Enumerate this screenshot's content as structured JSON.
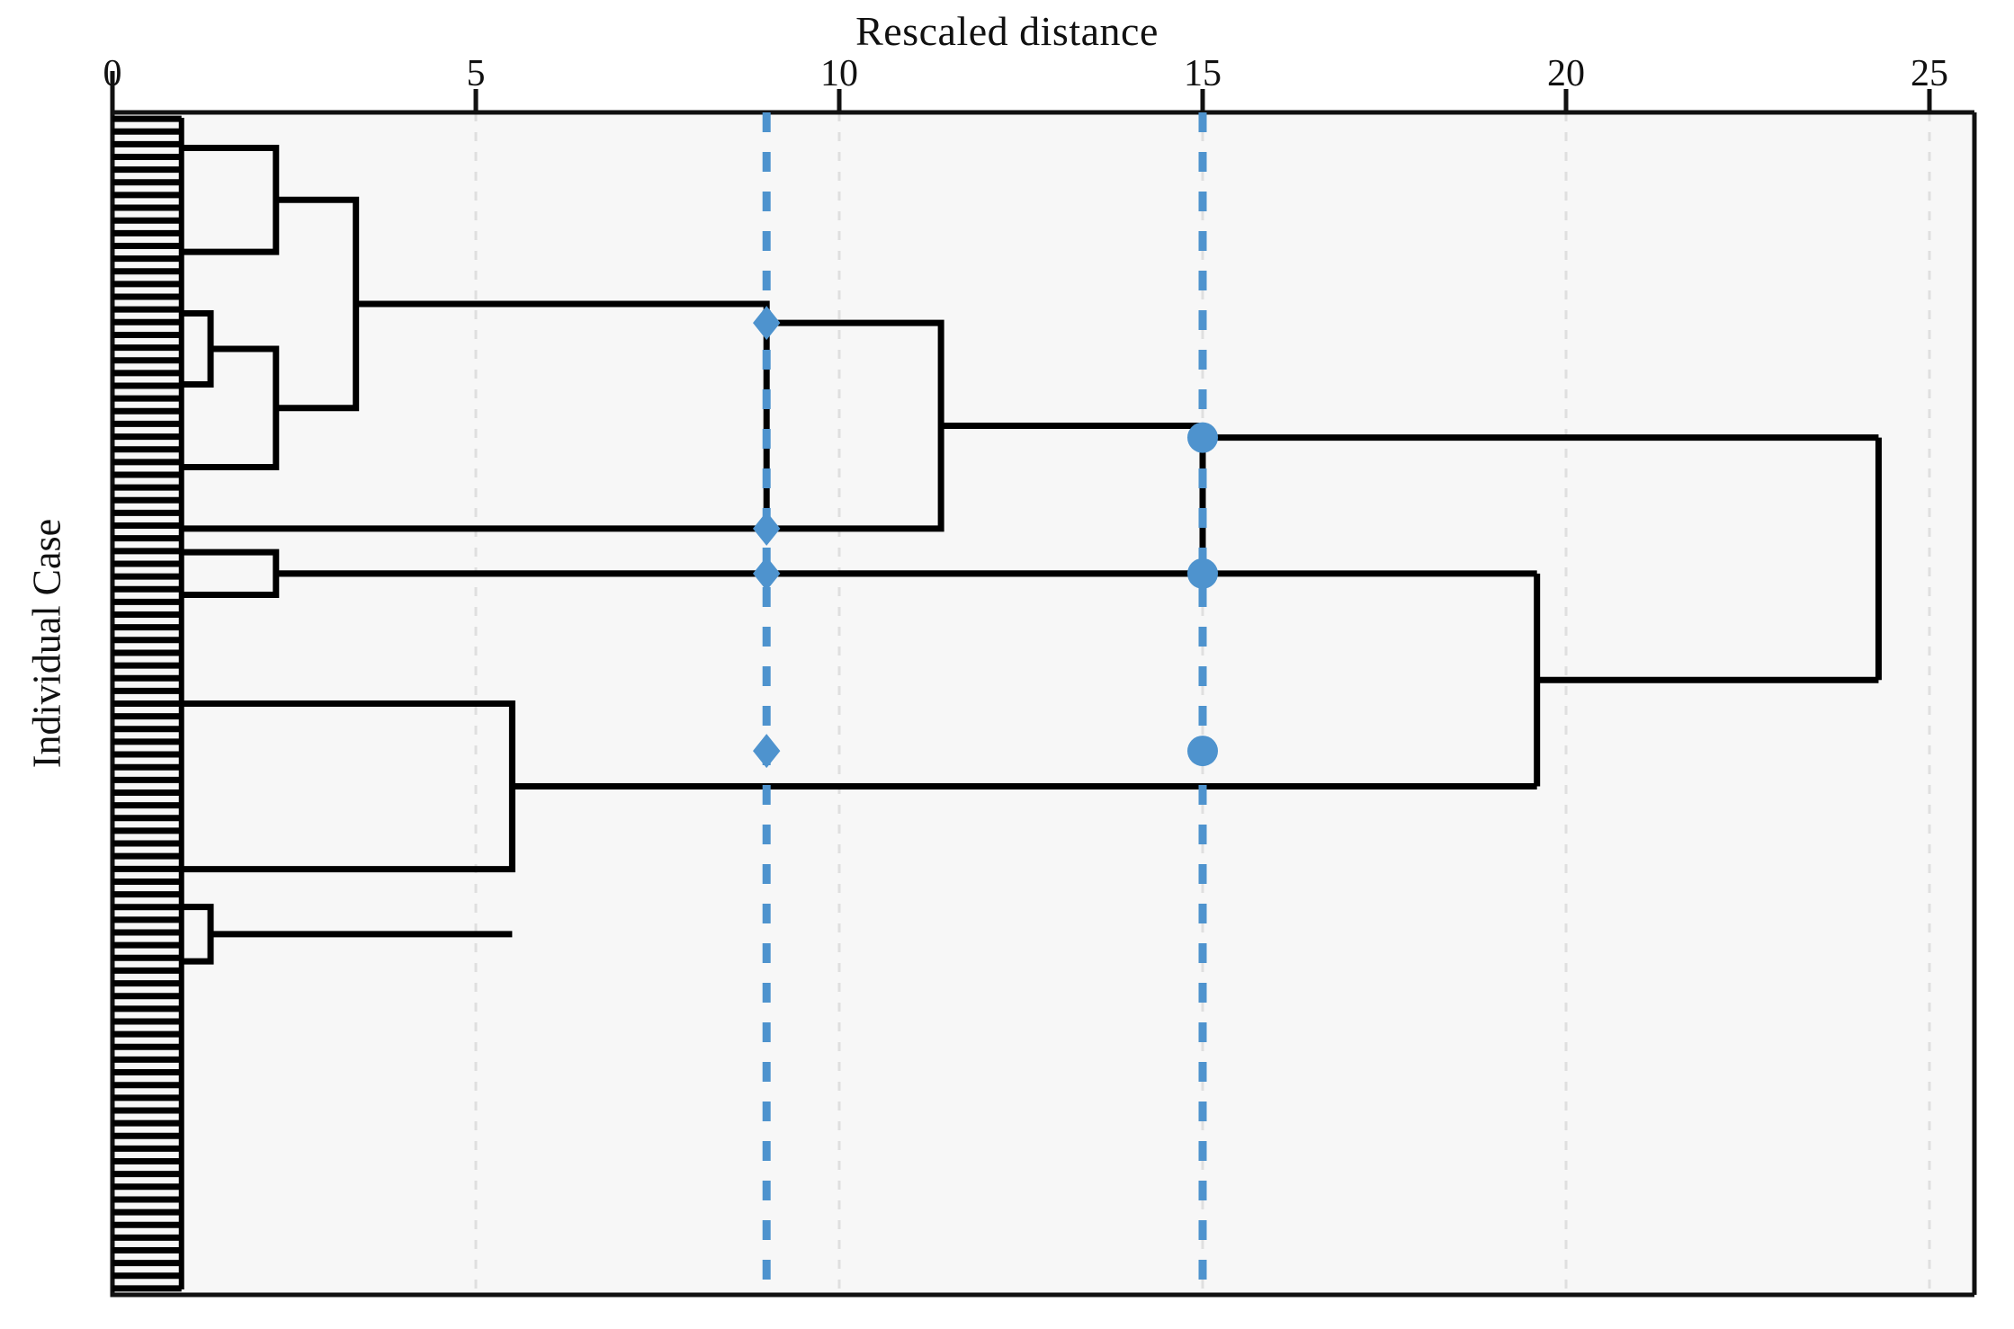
{
  "chart_data": {
    "type": "dendrogram",
    "title": "Rescaled distance",
    "xlabel": "Rescaled distance",
    "ylabel": "Individual Case",
    "xlim": [
      0,
      25.6
    ],
    "xticks": [
      0,
      5,
      10,
      15,
      20,
      25
    ],
    "xticklabels": [
      "0",
      "5",
      "10",
      "15",
      "20",
      "25"
    ],
    "grid": "vertical dashed light-grey at each x tick",
    "legend": "none",
    "n_leaves": 93,
    "leaf_axis": "Individual Case (unlabeled tick marks)",
    "leaf_stub_distance": 0.95,
    "cut_lines": [
      {
        "name": "cut-9",
        "distance": 9,
        "style": "dashed",
        "color": "#4E93CE",
        "markers": 4
      },
      {
        "name": "cut-15",
        "distance": 15,
        "style": "dashed",
        "color": "#4E93CE",
        "markers": 3
      }
    ],
    "marker_points": [
      {
        "distance": 9,
        "leaf_position": 0.178,
        "shape": "diamond"
      },
      {
        "distance": 9,
        "leaf_position": 0.352,
        "shape": "diamond"
      },
      {
        "distance": 9,
        "leaf_position": 0.39,
        "shape": "diamond"
      },
      {
        "distance": 9,
        "leaf_position": 0.54,
        "shape": "diamond"
      },
      {
        "distance": 15,
        "leaf_position": 0.275,
        "shape": "circle"
      },
      {
        "distance": 15,
        "leaf_position": 0.39,
        "shape": "circle"
      },
      {
        "distance": 15,
        "leaf_position": 0.54,
        "shape": "circle"
      }
    ],
    "merges": [
      {
        "id": "m1",
        "distance": 2.25,
        "children": [
          "leafgroup-A1",
          "leafgroup-A2"
        ],
        "note": "top pair merge near 2.2"
      },
      {
        "id": "m2",
        "distance": 1.35,
        "children": [
          "leafgroup-B1",
          "leafgroup-B2"
        ],
        "note": "small merge near 1.3"
      },
      {
        "id": "m3",
        "distance": 2.25,
        "children": [
          "m2",
          "leafgroup-B3"
        ],
        "note": "merge near 2.2"
      },
      {
        "id": "m4",
        "distance": 3.35,
        "children": [
          "m1",
          "m3"
        ],
        "note": "cluster 1 top merge near 3.4"
      },
      {
        "id": "m5",
        "distance": 9.0,
        "children": [
          "m4",
          "leafgroup-C"
        ],
        "note": "merge at the 9 cut line"
      },
      {
        "id": "m6",
        "distance": 11.4,
        "children": [
          "m5",
          "leafgroup-D"
        ],
        "note": "merge near 11.4"
      },
      {
        "id": "m7",
        "distance": 2.25,
        "children": [
          "leafgroup-E1",
          "leafgroup-E2"
        ],
        "note": "merge near 2.2"
      },
      {
        "id": "m8",
        "distance": 19.6,
        "children": [
          "m7",
          "leafgroup-F"
        ],
        "note": "merge near 19.6"
      },
      {
        "id": "m9",
        "distance": 15.0,
        "children": [
          "m6",
          "m8"
        ],
        "note": "merge at the 15 cut line"
      },
      {
        "id": "m10",
        "distance": 5.5,
        "children": [
          "leafgroup-G1",
          "leafgroup-G2"
        ],
        "note": "merge near 5.5"
      },
      {
        "id": "m11",
        "distance": 1.35,
        "children": [
          "leafgroup-H1",
          "leafgroup-H2"
        ],
        "note": "small merge near 1.3"
      },
      {
        "id": "m12",
        "distance": 5.5,
        "children": [
          "m10",
          "m11"
        ],
        "note": "bottom cluster merge near 5.5"
      },
      {
        "id": "m13",
        "distance": 19.6,
        "children": [
          "m12",
          "m8"
        ],
        "note": "merge near 19.6"
      },
      {
        "id": "root",
        "distance": 24.3,
        "children": [
          "m9",
          "m13"
        ],
        "note": "root merge near 24.3"
      }
    ]
  },
  "axis": {
    "title": "Rescaled distance",
    "ylabel": "Individual Case",
    "ticks": [
      "0",
      "5",
      "10",
      "15",
      "20",
      "25"
    ]
  },
  "colors": {
    "line": "#000000",
    "cut_line": "#4E93CE",
    "marker": "#4E93CE",
    "grid": "#DFDFDF",
    "plot_background": "#F7F7F7",
    "border": "#111111"
  }
}
